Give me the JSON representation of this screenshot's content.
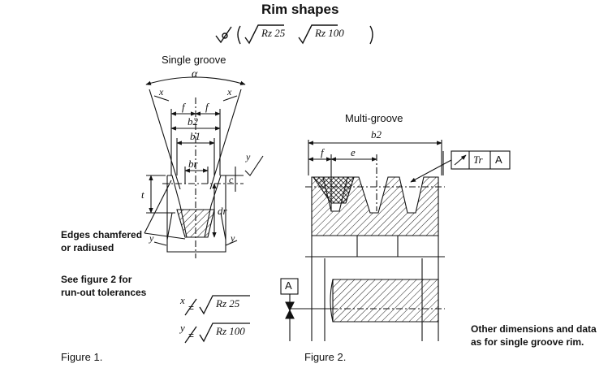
{
  "title": "Rim shapes",
  "roughness": {
    "header_values": [
      "Rz 25",
      "Rz 100"
    ],
    "x_symbol": "x",
    "y_symbol": "y",
    "x_value": "Rz 25",
    "y_value": "Rz 100",
    "equals": "="
  },
  "figure1": {
    "heading": "Single groove",
    "caption": "Figure 1.",
    "dims": {
      "alpha": "α",
      "f": "f",
      "b2": "b2",
      "b1": "b1",
      "br": "br",
      "t": "t",
      "c": "c",
      "dr": "dr",
      "x": "x",
      "y": "y"
    },
    "notes": {
      "edges_line1": "Edges chamfered",
      "edges_line2": "or radiused",
      "see_line1": "See figure 2 for",
      "see_line2": "run-out tolerances"
    }
  },
  "figure2": {
    "heading": "Multi-groove",
    "caption": "Figure 2.",
    "dims": {
      "b2": "b2",
      "f": "f",
      "e": "e"
    },
    "datum": "A",
    "tolerance_frame": [
      "↗",
      "Tr",
      "A"
    ],
    "note_line1": "Other dimensions and data",
    "note_line2": "as for single groove rim."
  }
}
